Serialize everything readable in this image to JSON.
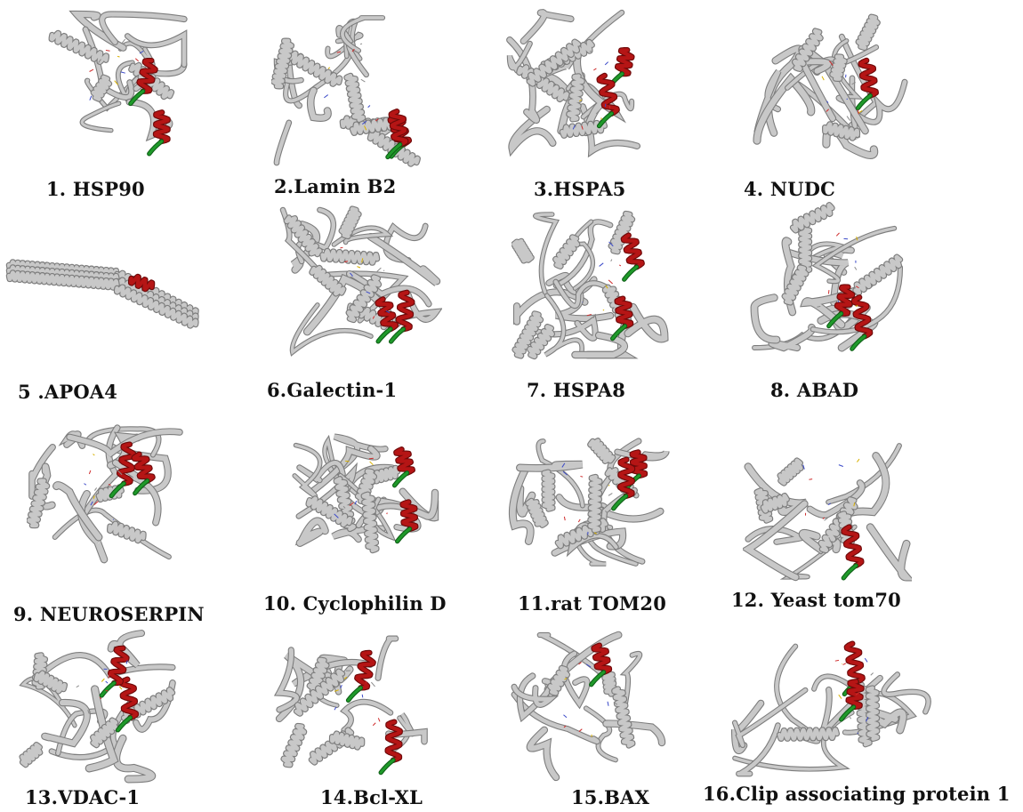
{
  "colors": {
    "ribbon": "#c8c8c8",
    "ribbon_edge": "#7d7d7d",
    "helix_red": "#b51515",
    "helix_dark": "#6e0a0a",
    "loop_green": "#1f9a2a",
    "caption": "#111111"
  },
  "panels": [
    {
      "caption": "1. HSP90",
      "icon": "protein-structure-render"
    },
    {
      "caption": "2.Lamin B2",
      "icon": "protein-structure-render"
    },
    {
      "caption": "3.HSPA5",
      "icon": "protein-structure-render"
    },
    {
      "caption": "4. NUDC",
      "icon": "protein-structure-render"
    },
    {
      "caption": "5 .APOA4",
      "icon": "protein-structure-render"
    },
    {
      "caption": "6.Galectin-1",
      "icon": "protein-structure-render"
    },
    {
      "caption": "7. HSPA8",
      "icon": "protein-structure-render"
    },
    {
      "caption": "8. ABAD",
      "icon": "protein-structure-render"
    },
    {
      "caption": "9. NEUROSERPIN",
      "icon": "protein-structure-render"
    },
    {
      "caption": "10. Cyclophilin D",
      "icon": "protein-structure-render"
    },
    {
      "caption": "11.rat TOM20",
      "icon": "protein-structure-render"
    },
    {
      "caption": "12. Yeast tom70",
      "icon": "protein-structure-render"
    },
    {
      "caption": "13.VDAC-1",
      "icon": "protein-structure-render"
    },
    {
      "caption": "14.Bcl-XL",
      "icon": "protein-structure-render"
    },
    {
      "caption": "15.BAX",
      "icon": "protein-structure-render"
    },
    {
      "caption": "16.Clip associating protein 1",
      "icon": "protein-structure-render"
    }
  ]
}
